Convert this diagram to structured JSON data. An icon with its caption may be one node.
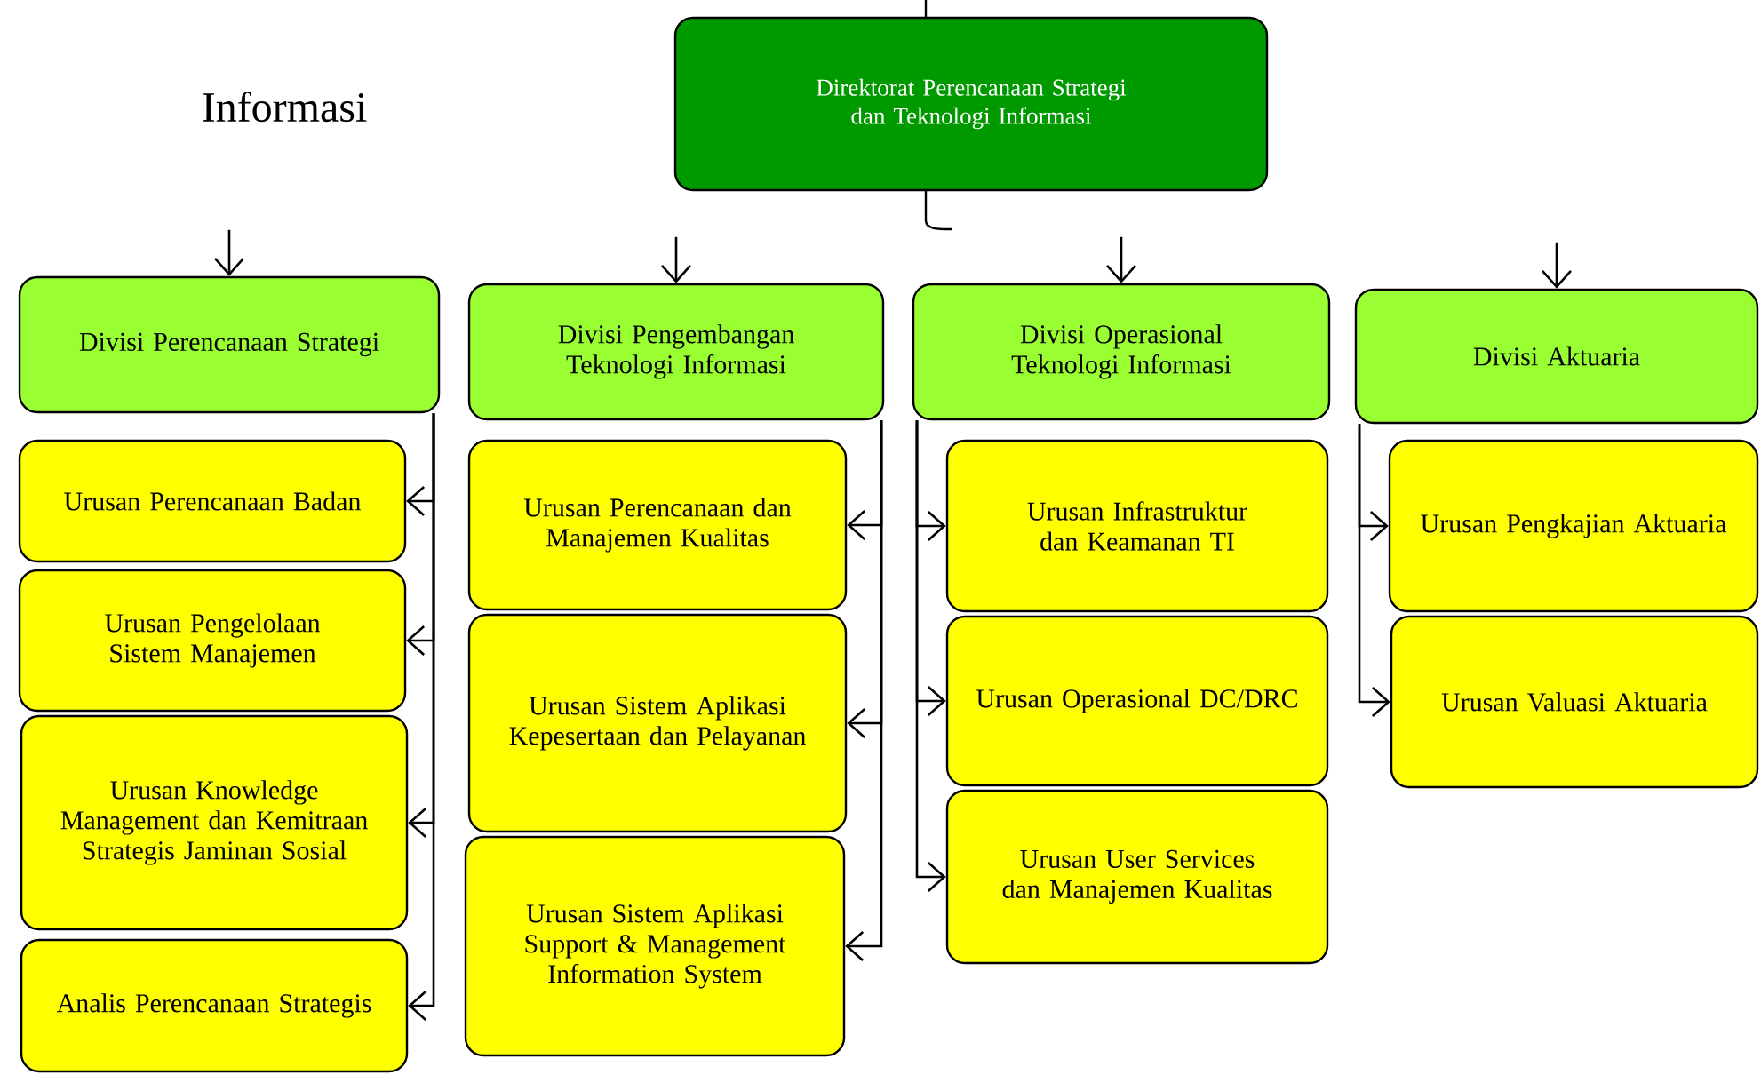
{
  "diagram": {
    "nodes": [
      {
        "text": [
          "Direktorat Perencanaan Strategi dan Teknologi Informasi"
        ]
      },
      {
        "text": [
          "Divisi Perencanaan Strategi"
        ]
      },
      {
        "text": [
          "Divisi Pengembangan Teknologi Informasi"
        ]
      },
      {
        "text": [
          "Divisi Operasional Teknologi Informasi"
        ]
      },
      {
        "text": [
          "Divisi Aktuaria"
        ]
      },
      {
        "text": [
          "Urusan Perencanaan Badan"
        ]
      },
      {
        "text": [
          "Urusan Pengelolaan Sistem Manajemen"
        ]
      },
      {
        "text": [
          "Urusan Knowledge Management dan Kemitraan Strategis Jaminan Sosial"
        ]
      },
      {
        "text": [
          "Analis Perencanaan Strategis"
        ]
      },
      {
        "text": [
          "Urusan Perencanaan dan Manajemen Kualitas"
        ]
      },
      {
        "text": [
          "Urusan Sistem Aplikasi Kepesertaan dan Pelayanan"
        ]
      },
      {
        "text": [
          "Urusan Sistem Aplikasi Support & Management Information System"
        ]
      },
      {
        "text": [
          "Urusan Infrastruktur dan Keamanan TI"
        ]
      },
      {
        "text": [
          "Urusan Operasional DC/DRC"
        ]
      },
      {
        "text": [
          "Urusan User Services dan Manajemen Kualitas"
        ]
      },
      {
        "text": [
          "Urusan Pengkajian Aktuaria"
        ]
      },
      {
        "text": [
          "Urusan Valuasi Aktuaria"
        ]
      }
    ],
    "edges": [
      {
        "from": null,
        "to": 1,
        "arrow": "to"
      },
      {
        "from": null,
        "to": 2,
        "arrow": "to"
      },
      {
        "from": null,
        "to": 3,
        "arrow": "to"
      },
      {
        "from": null,
        "to": 4,
        "arrow": "to"
      },
      {
        "from": 1,
        "to": 5,
        "arrow": "to"
      },
      {
        "from": 1,
        "to": 6,
        "arrow": "to"
      },
      {
        "from": 1,
        "to": 7,
        "arrow": "to"
      },
      {
        "from": 1,
        "to": 8,
        "arrow": "to"
      },
      {
        "from": 2,
        "to": 9,
        "arrow": "to"
      },
      {
        "from": 2,
        "to": 10,
        "arrow": "to"
      },
      {
        "from": 2,
        "to": 11,
        "arrow": "to"
      },
      {
        "from": 3,
        "to": 12,
        "arrow": "to"
      },
      {
        "from": 3,
        "to": 13,
        "arrow": "to"
      },
      {
        "from": 3,
        "to": 14,
        "arrow": "to"
      },
      {
        "from": 4,
        "to": 15,
        "arrow": "to"
      },
      {
        "from": 4,
        "to": 16,
        "arrow": "to"
      }
    ],
    "labels": [
      "Informasi"
    ]
  }
}
